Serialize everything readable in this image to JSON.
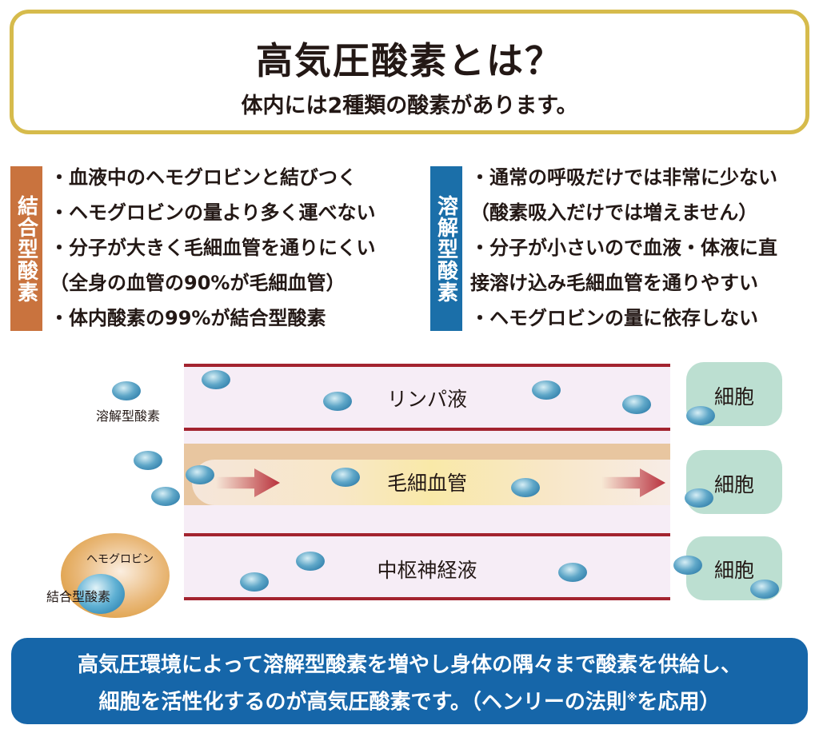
{
  "header": {
    "title": "高気圧酸素とは？",
    "subtitle": "体内には2種類の酸素があります。"
  },
  "bound_oxygen": {
    "label": "結合型酸素",
    "bullets": [
      "・血液中のヘモグロビンと結びつく",
      "・ヘモグロビンの量より多く運べない",
      "・分子が大きく毛細血管を通りにくい",
      "（全身の血管の90%が毛細血管）",
      "・体内酸素の99%が結合型酸素"
    ],
    "color": "#c9733e"
  },
  "dissolved_oxygen": {
    "label": "溶解型酸素",
    "bullets": [
      "・通常の呼吸だけでは非常に少ない",
      "（酸素吸入だけでは増えません）",
      "・分子が小さいので血液・体液に直",
      "接溶け込み毛細血管を通りやすい",
      "・ヘモグロビンの量に依存しない"
    ],
    "color": "#1b6fa9"
  },
  "diagram": {
    "legend_dissolved": "溶解型酸素",
    "legend_hemoglobin": "ヘモグロビン",
    "legend_bound": "結合型酸素",
    "channels": [
      "リンパ液",
      "毛細血管",
      "中枢神経液"
    ],
    "cells": [
      "細胞",
      "細胞",
      "細胞"
    ]
  },
  "footer": {
    "line1": "高気圧環境によって溶解型酸素を増やし身体の隅々まで酸素を供給し、",
    "line2_a": "細胞を活性化するのが高気圧酸素です。（ヘンリーの法則",
    "line2_mark": "※",
    "line2_b": "を応用）"
  }
}
